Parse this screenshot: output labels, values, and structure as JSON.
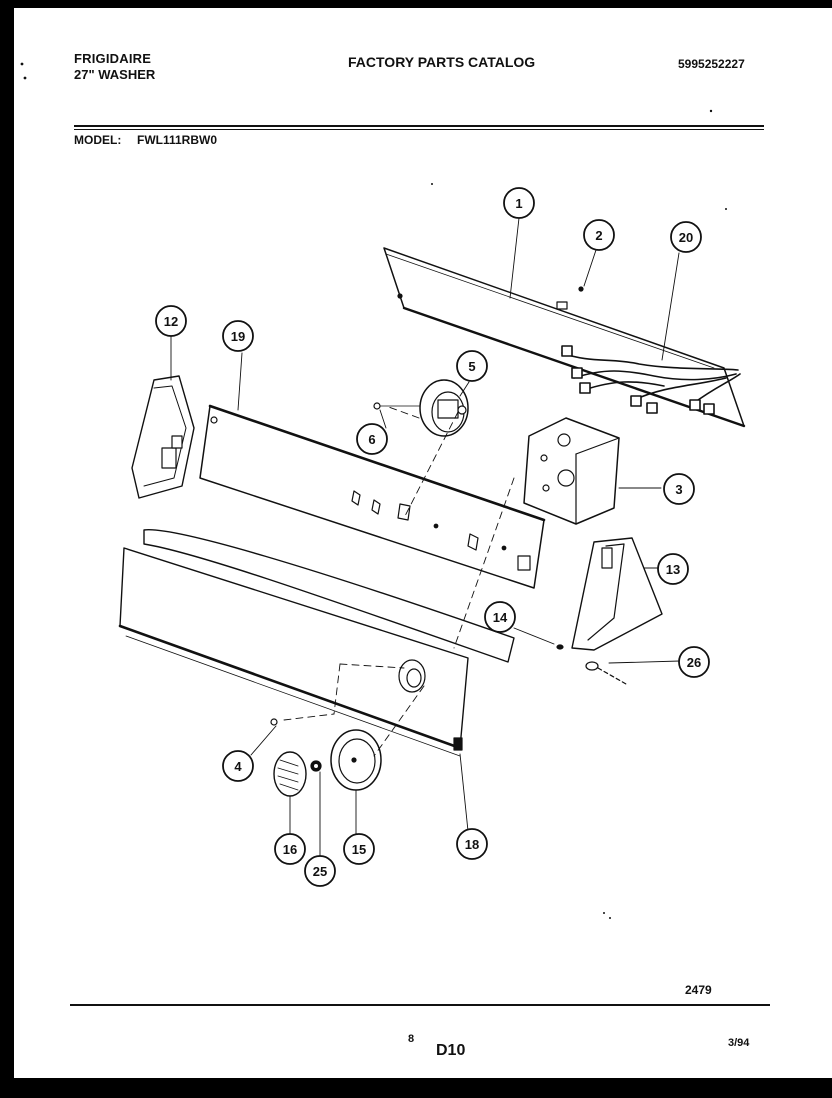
{
  "header": {
    "brand": "FRIGIDAIRE",
    "product": "27\" WASHER",
    "title": "FACTORY PARTS CATALOG",
    "catalog_number": "5995252227",
    "model_label": "MODEL:",
    "model_value": "FWL111RBW0"
  },
  "footer": {
    "diagram_id": "2479",
    "page": "8",
    "section": "D10",
    "date": "3/94"
  },
  "callouts": [
    "1",
    "2",
    "20",
    "12",
    "19",
    "5",
    "6",
    "3",
    "13",
    "14",
    "26",
    "4",
    "16",
    "25",
    "15",
    "18"
  ],
  "colors": {
    "ink": "#111111",
    "paper": "#ffffff",
    "frame": "#000000"
  }
}
